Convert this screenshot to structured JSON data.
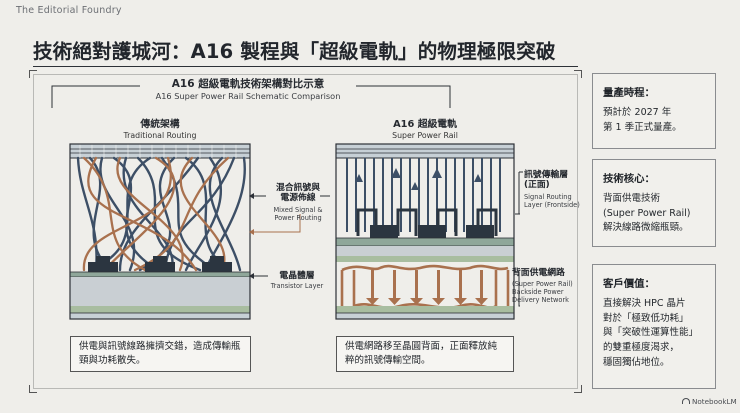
{
  "brand": "The Editorial Foundry",
  "title": "技術絕對護城河：A16 製程與「超級電軌」的物理極限突破",
  "diagram": {
    "title_zh": "A16 超級電軌技術架構對比示意",
    "title_en": "A16 Super Power Rail Schematic Comparison",
    "left": {
      "head_zh": "傳統架構",
      "head_en": "Traditional Routing",
      "caption": "供電與訊號線路擁擠交錯，造成傳輸瓶頸與功耗散失。"
    },
    "right": {
      "head_zh": "A16 超級電軌",
      "head_en": "Super Power Rail",
      "caption": "供電網路移至晶圓背面，正面釋放純粹的訊號傳輸空間。"
    },
    "labels": {
      "mixed_zh": "混合訊號與\n電源佈線",
      "mixed_en": "Mixed Signal &\nPower Routing",
      "transistor_zh": "電晶體層",
      "transistor_en": "Transistor Layer",
      "signal_zh": "訊號傳輸層\n(正面)",
      "signal_en": "Signal Routing\nLayer (Frontside)",
      "backside_zh": "背面供電網路",
      "backside_en": "(Super Power Rail)\nBackside Power\nDelivery Network"
    },
    "colors": {
      "wire_blue": "#3d4f66",
      "wire_copper": "#a9714e",
      "substrate_green": "#a8bda0",
      "transistor_dark": "#2b3540"
    }
  },
  "cards": [
    {
      "label": "量產時程：",
      "body": "預計於 2027 年\n第 1 季正式量產。"
    },
    {
      "label": "技術核心：",
      "body": "背面供電技術\n(Super Power Rail)\n解決線路微縮瓶頸。"
    },
    {
      "label": "客戶價值：",
      "body": "直接解決 HPC 晶片\n對於「極致低功耗」\n與「突破性運算性能」\n的雙重極度渴求，\n穩固獨佔地位。"
    }
  ],
  "footer": {
    "logo_text": "NotebookLM"
  }
}
